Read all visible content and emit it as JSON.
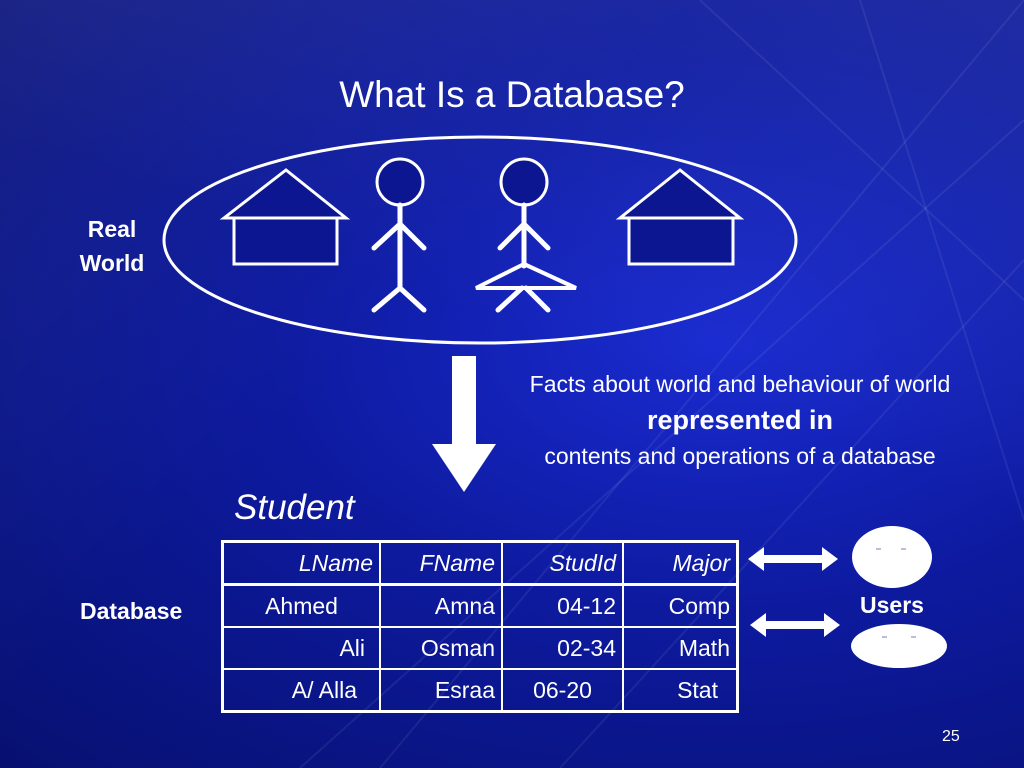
{
  "title": "What Is a Database?",
  "real_world_label_line1": "Real",
  "real_world_label_line2": "World",
  "facts": {
    "line1": "Facts about world and behaviour of world",
    "line2": "represented in",
    "line3": "contents and operations of a database"
  },
  "table_title": "Student",
  "database_label": "Database",
  "users_label": "Users",
  "table": {
    "headers": [
      "LName",
      "FName",
      "StudId",
      "Major"
    ],
    "rows": [
      [
        "Ahmed",
        "Amna",
        "04-12",
        "Comp"
      ],
      [
        "Ali",
        "Osman",
        "02-34",
        "Math"
      ],
      [
        "A/ Alla",
        "Esraa",
        "06-20",
        "Stat"
      ]
    ]
  },
  "page_number": "25",
  "colors": {
    "background": "#0d1a9e",
    "house_fill": "#0c1690",
    "line": "#ffffff"
  }
}
